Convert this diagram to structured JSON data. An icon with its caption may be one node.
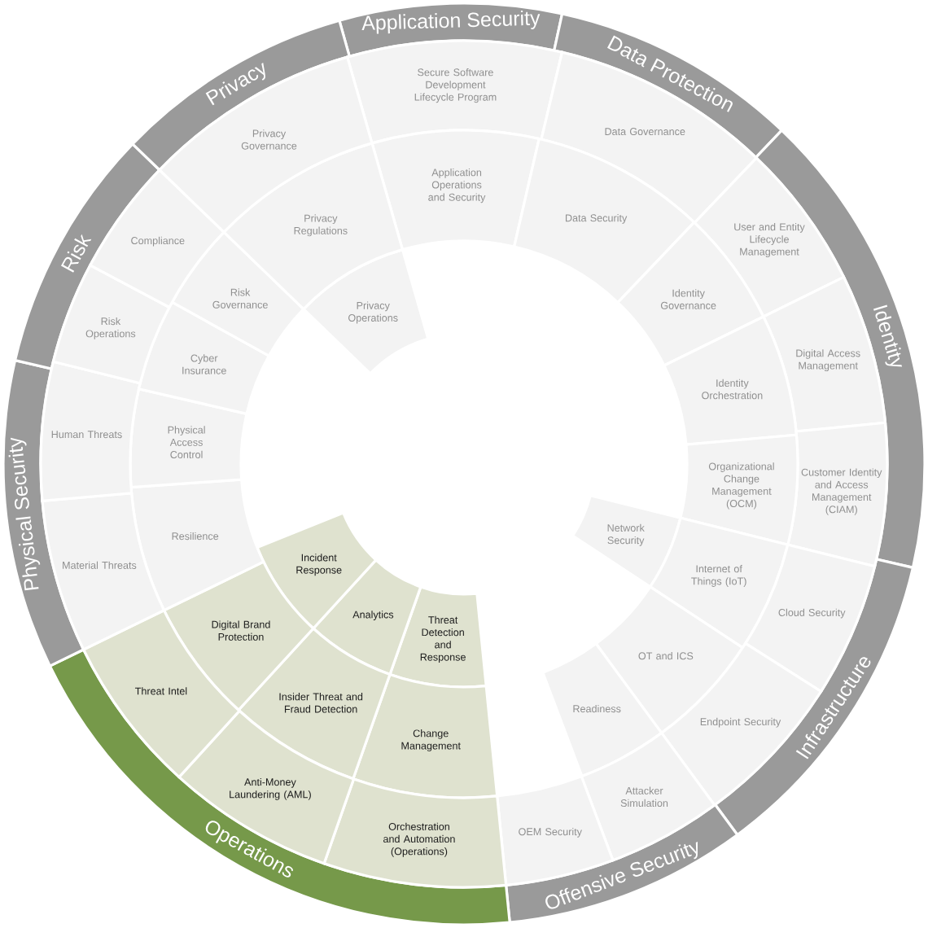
{
  "diagram": {
    "nodes": [
      {
        "text": [
          "Application Security"
        ]
      },
      {
        "text": [
          "Data Protection"
        ]
      },
      {
        "text": [
          "Identity"
        ]
      },
      {
        "text": [
          "Infrastructure"
        ]
      },
      {
        "text": [
          "Offensive Security"
        ]
      },
      {
        "text": [
          "Operations"
        ]
      },
      {
        "text": [
          "Physical Security"
        ]
      },
      {
        "text": [
          "Risk"
        ]
      },
      {
        "text": [
          "Privacy"
        ]
      },
      {
        "text": [
          "Secure Software Development Lifecycle Program"
        ]
      },
      {
        "text": [
          "Application Operations and Security"
        ]
      },
      {
        "text": [
          "Data Governance"
        ]
      },
      {
        "text": [
          "Data Security"
        ]
      },
      {
        "text": [
          "User and Entity Lifecycle Management"
        ]
      },
      {
        "text": [
          "Identity Governance"
        ]
      },
      {
        "text": [
          "Digital Access Management"
        ]
      },
      {
        "text": [
          "Identity Orchestration"
        ]
      },
      {
        "text": [
          "Customer Identity and Access Management (CIAM)"
        ]
      },
      {
        "text": [
          "Organizational Change Management (OCM)"
        ]
      },
      {
        "text": [
          "Network Security"
        ]
      },
      {
        "text": [
          "Internet of Things (IoT)"
        ]
      },
      {
        "text": [
          "Cloud Security"
        ]
      },
      {
        "text": [
          "OT and ICS"
        ]
      },
      {
        "text": [
          "Endpoint Security"
        ]
      },
      {
        "text": [
          "Readiness"
        ]
      },
      {
        "text": [
          "Attacker Simulation"
        ]
      },
      {
        "text": [
          "OEM Security"
        ]
      },
      {
        "text": [
          "Threat Detection and Response"
        ]
      },
      {
        "text": [
          "Change Management"
        ]
      },
      {
        "text": [
          "Orchestration and Automation (Operations)"
        ]
      },
      {
        "text": [
          "Analytics"
        ]
      },
      {
        "text": [
          "Insider Threat and Fraud Detection"
        ]
      },
      {
        "text": [
          "Anti-Money Laundering (AML)"
        ]
      },
      {
        "text": [
          "Incident Response"
        ]
      },
      {
        "text": [
          "Digital Brand Protection"
        ]
      },
      {
        "text": [
          "Threat Intel"
        ]
      },
      {
        "text": [
          "Resilience"
        ]
      },
      {
        "text": [
          "Material Threats"
        ]
      },
      {
        "text": [
          "Physical Access Control"
        ]
      },
      {
        "text": [
          "Human Threats"
        ]
      },
      {
        "text": [
          "Cyber Insurance"
        ]
      },
      {
        "text": [
          "Risk Operations"
        ]
      },
      {
        "text": [
          "Risk Governance"
        ]
      },
      {
        "text": [
          "Compliance"
        ]
      },
      {
        "text": [
          "Privacy Operations"
        ]
      },
      {
        "text": [
          "Privacy Regulations"
        ]
      },
      {
        "text": [
          "Privacy Governance"
        ]
      }
    ]
  }
}
